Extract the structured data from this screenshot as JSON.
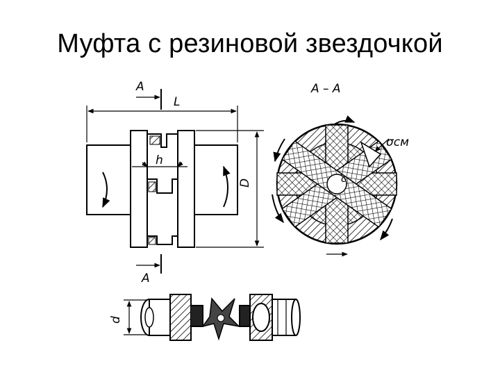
{
  "slide": {
    "title": "Муфта с резиновой звездочкой"
  },
  "labels": {
    "section_top": "A",
    "section_bottom": "A",
    "length": "L",
    "hub_gap": "h",
    "outer_diameter": "D",
    "section_view": "A – A",
    "stress": "σсм",
    "center": "c",
    "bore_diameter": "d"
  },
  "colors": {
    "ink": "#000000",
    "background": "#ffffff"
  }
}
